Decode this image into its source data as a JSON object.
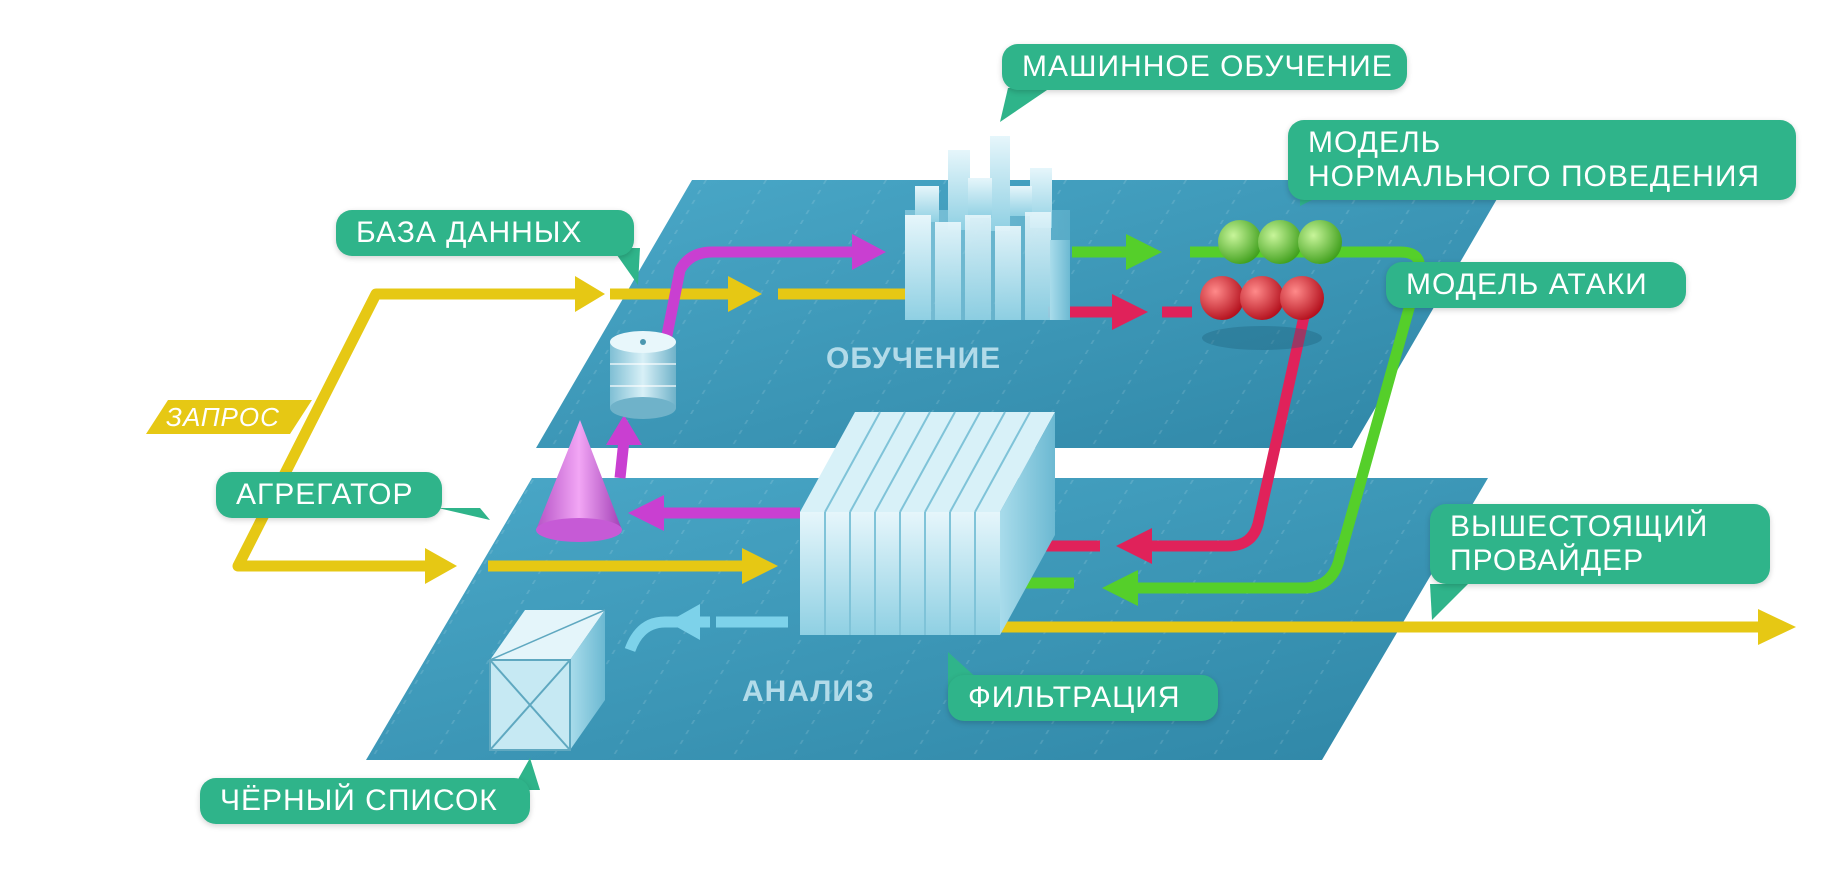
{
  "labels": {
    "ml": "МАШИННОЕ ОБУЧЕНИЕ",
    "normal_model_line1": "МОДЕЛЬ",
    "normal_model_line2": "НОРМАЛЬНОГО ПОВЕДЕНИЯ",
    "attack_model": "МОДЕЛЬ АТАКИ",
    "database": "БАЗА ДАННЫХ",
    "request": "ЗАПРОС",
    "aggregator": "АГРЕГАТОР",
    "upstream_line1": "ВЫШЕСТОЯЩИЙ",
    "upstream_line2": "ПРОВАЙДЕР",
    "filtering": "ФИЛЬТРАЦИЯ",
    "blacklist": "ЧЁРНЫЙ СПИСОК",
    "training_plane": "ОБУЧЕНИЕ",
    "analysis_plane": "АНАЛИЗ"
  },
  "colors": {
    "plane": "#3a9bbd",
    "callout": "#2fb48a",
    "request_flow": "#e6c814",
    "db_flow": "#c93fd1",
    "normal_flow": "#55cf2a",
    "attack_flow": "#e0225a",
    "blacklist_flow": "#7dd2ea"
  },
  "icons": [
    "database-icon",
    "cone-icon",
    "ml-blocks-icon",
    "filter-block-icon",
    "blacklist-box-icon"
  ]
}
